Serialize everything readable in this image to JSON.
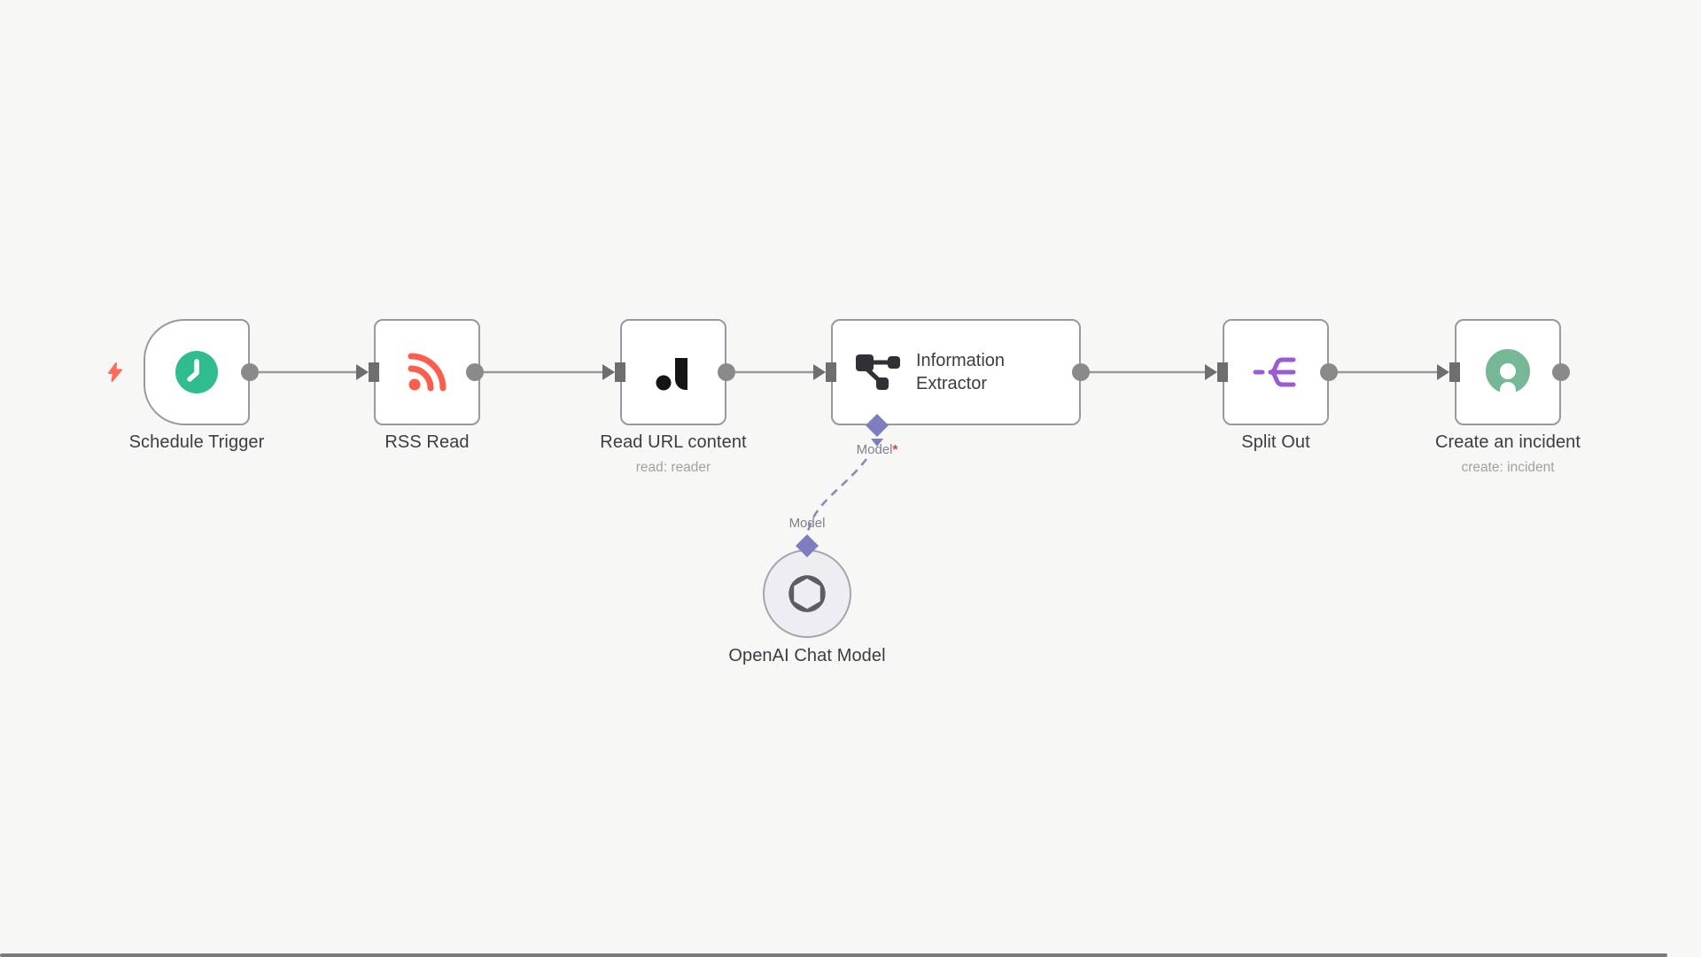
{
  "workflow": {
    "nodes": {
      "schedule": {
        "label": "Schedule Trigger"
      },
      "rss": {
        "label": "RSS Read"
      },
      "jina": {
        "label": "Read URL content",
        "sublabel": "read: reader"
      },
      "extractor": {
        "label": "Information Extractor"
      },
      "split": {
        "label": "Split Out"
      },
      "incident": {
        "label": "Create an incident",
        "sublabel": "create: incident"
      },
      "openai": {
        "label": "OpenAI Chat Model"
      }
    },
    "connector_labels": {
      "extractor_model_input": "Model",
      "extractor_model_required": "*",
      "openai_model_output": "Model"
    }
  },
  "colors": {
    "canvas-bg": "#f7f7f6",
    "node-bg": "#ffffff",
    "node-border": "#98989f",
    "edge": "#9a9a9a",
    "endpoint": "#8a8a8a",
    "input-connector": "#6e6e6e",
    "ai-connector": "#7d7dbf",
    "ai-edge": "#8a8ab5",
    "label": "#3c3c44",
    "sublabel": "#a2a2a2",
    "model-label": "#80808f",
    "required-asterisk": "#e03c3c",
    "schedule-accent": "#2fbd8f",
    "rss-accent": "#fb5e4c",
    "jina-accent": "#141414",
    "extractor-accent": "#303036",
    "split-accent": "#9b5bd1",
    "incident-accent": "#76b795",
    "openai-accent": "#5c5c66",
    "openai-node-bg": "#ededf2",
    "trigger-bolt": "#ff6b59"
  }
}
